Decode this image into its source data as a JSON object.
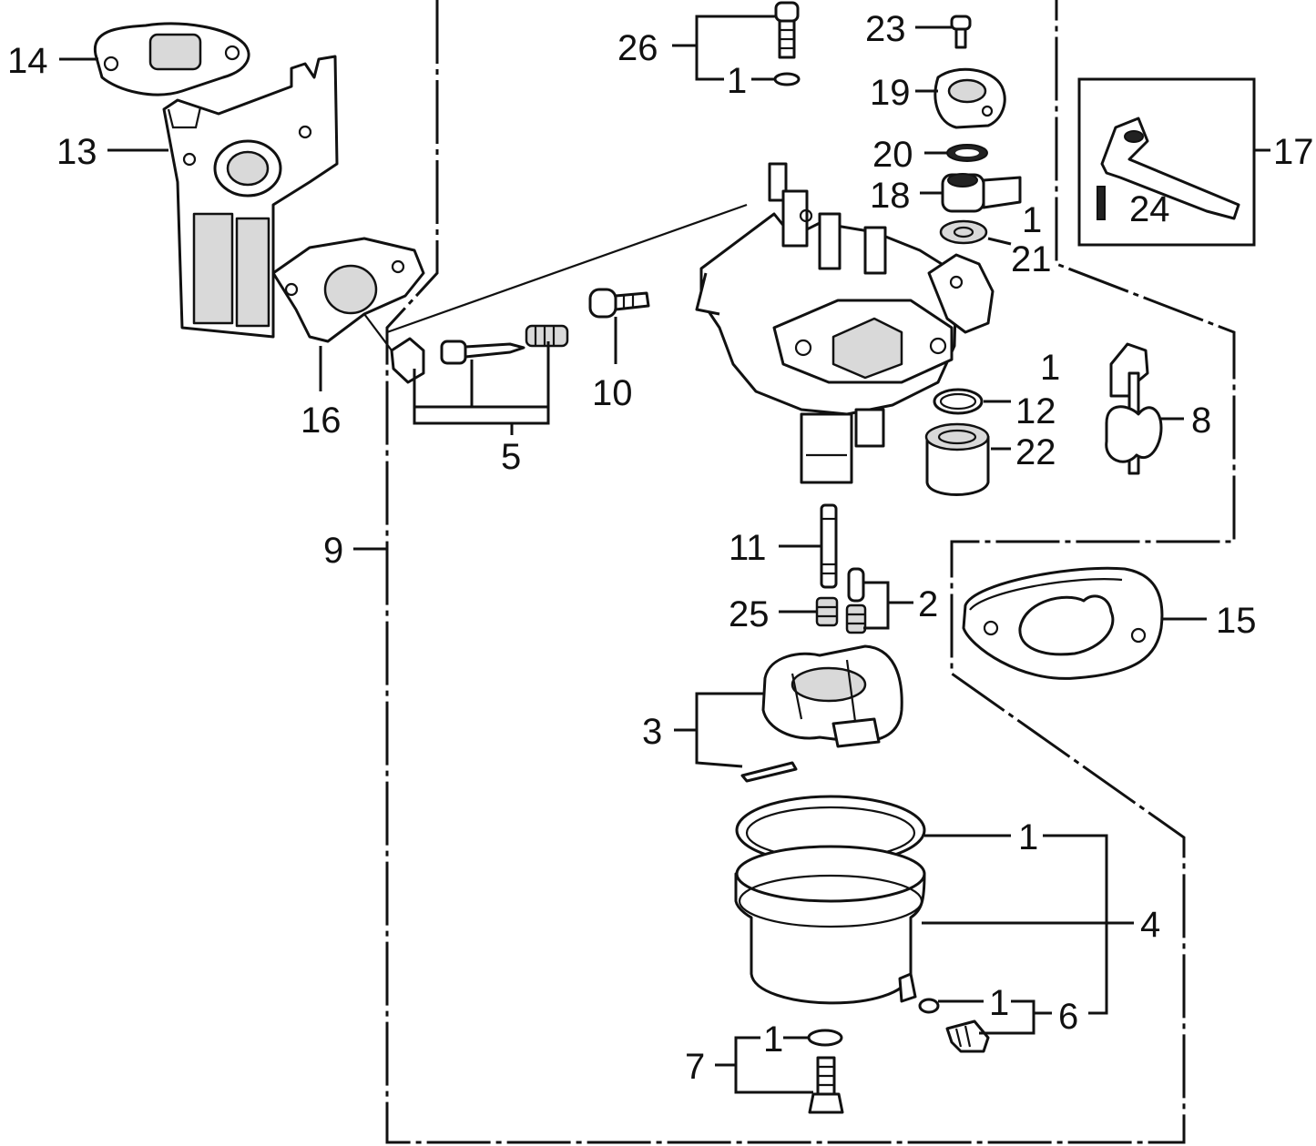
{
  "colors": {
    "ink": "#111111",
    "paper": "#ffffff",
    "shade": "#d9d9d9"
  },
  "callouts": {
    "c14": "14",
    "c13": "13",
    "c16": "16",
    "c5": "5",
    "c10": "10",
    "c9": "9",
    "c26": "26",
    "c1_26": "1",
    "c23": "23",
    "c19": "19",
    "c20": "20",
    "c18": "18",
    "c1_18": "1",
    "c21": "21",
    "c17": "17",
    "c24": "24",
    "c1_12": "1",
    "c12": "12",
    "c22": "22",
    "c8": "8",
    "c11": "11",
    "c2": "2",
    "c25": "25",
    "c15": "15",
    "c3": "3",
    "c1_bowl": "1",
    "c4": "4",
    "c1_6": "1",
    "c6": "6",
    "c1_7": "1",
    "c7": "7"
  }
}
